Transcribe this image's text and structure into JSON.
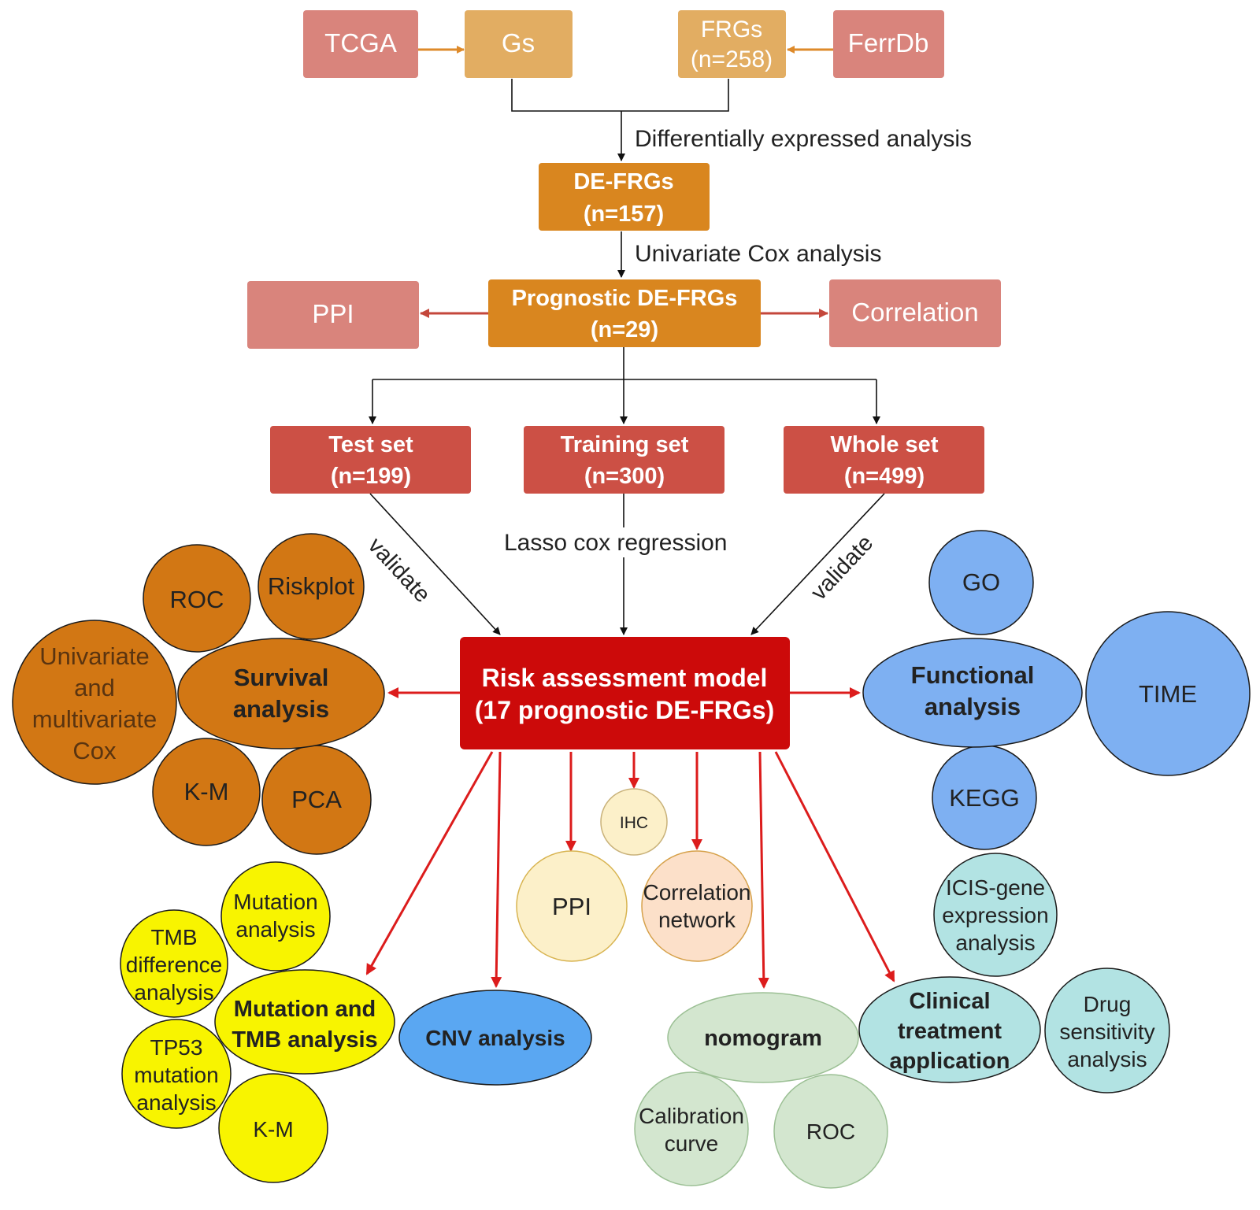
{
  "colors": {
    "salmon": "#d9847c",
    "tan": "#e2ad62",
    "orange": "#d9861f",
    "red_box": "#cc5045",
    "model_red": "#cc0a0a",
    "brown": "#d27714",
    "blue": "#7eb0f2",
    "bright_blue": "#5aa7f2",
    "yellow": "#f8f400",
    "cream": "#fcf0c9",
    "peach": "#fce0c9",
    "cyan": "#b2e3e3",
    "mint": "#d3e6cf",
    "arrow_orange": "#de8a2a",
    "arrow_red": "#dc1c1c",
    "arrow_brownred": "#c4473b",
    "black": "#111111",
    "text_dark": "#222222",
    "white": "#ffffff"
  },
  "top": {
    "tcga": "TCGA",
    "gs": "Gs",
    "frgs_line1": "FRGs",
    "frgs_line2": "(n=258)",
    "ferrdb": "FerrDb"
  },
  "steps": {
    "diff_expr": "Differentially expressed analysis",
    "univariate_cox": "Univariate Cox analysis",
    "lasso": "Lasso cox regression",
    "validate_left": "validate",
    "validate_right": "validate"
  },
  "boxes": {
    "de_frgs_line1": "DE-FRGs",
    "de_frgs_line2": "(n=157)",
    "prognostic_line1": "Prognostic DE-FRGs",
    "prognostic_line2": "(n=29)",
    "ppi": "PPI",
    "correlation": "Correlation",
    "test_line1": "Test set",
    "test_line2": "(n=199)",
    "training_line1": "Training set",
    "training_line2": "(n=300)",
    "whole_line1": "Whole set",
    "whole_line2": "(n=499)",
    "model_line1": "Risk assessment model",
    "model_line2": "(17 prognostic DE-FRGs)"
  },
  "survival": {
    "center_line1": "Survival",
    "center_line2": "analysis",
    "roc": "ROC",
    "riskplot": "Riskplot",
    "cox_line1": "Univariate",
    "cox_line2": "and",
    "cox_line3": "multivariate",
    "cox_line4": "Cox",
    "km": "K-M",
    "pca": "PCA"
  },
  "functional": {
    "center_line1": "Functional",
    "center_line2": "analysis",
    "go": "GO",
    "time": "TIME",
    "kegg": "KEGG"
  },
  "middle": {
    "ihc": "IHC",
    "ppi": "PPI",
    "corr_line1": "Correlation",
    "corr_line2": "network"
  },
  "mutation": {
    "center_line1": "Mutation and",
    "center_line2": "TMB analysis",
    "mut_line1": "Mutation",
    "mut_line2": "analysis",
    "tmb_line1": "TMB",
    "tmb_line2": "difference",
    "tmb_line3": "analysis",
    "tp53_line1": "TP53",
    "tp53_line2": "mutation",
    "tp53_line3": "analysis",
    "km": "K-M"
  },
  "cnv": {
    "label": "CNV analysis"
  },
  "nomogram": {
    "label": "nomogram",
    "cal_line1": "Calibration",
    "cal_line2": "curve",
    "roc": "ROC"
  },
  "clinical": {
    "center_line1": "Clinical",
    "center_line2": "treatment",
    "center_line3": "application",
    "icis_line1": "ICIS-gene",
    "icis_line2": "expression",
    "icis_line3": "analysis",
    "drug_line1": "Drug",
    "drug_line2": "sensitivity",
    "drug_line3": "analysis"
  }
}
